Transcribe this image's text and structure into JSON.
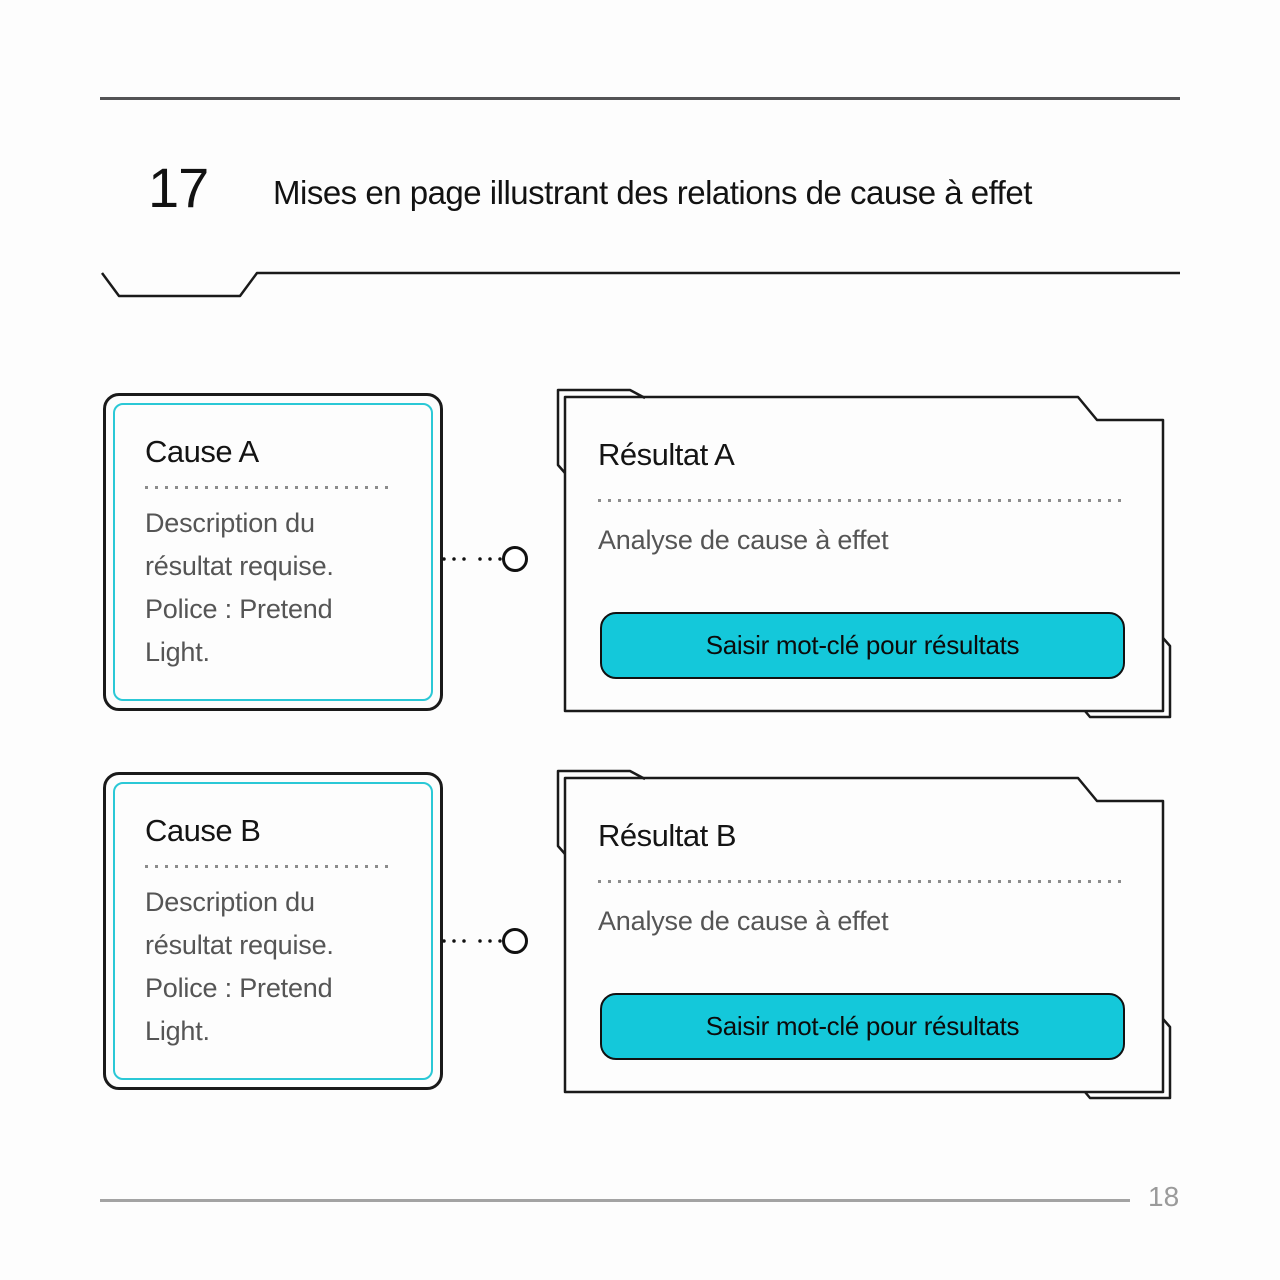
{
  "header": {
    "index": "17",
    "title": "Mises en page illustrant des relations de cause à effet"
  },
  "colors": {
    "accent_button_cyan": "#14c8da",
    "cause_border_cyan": "#2bc8d6",
    "ink": "#1a1a1a",
    "muted_text": "#555555",
    "footer_gray": "#9a9a9a"
  },
  "rows": [
    {
      "cause": {
        "title": "Cause A",
        "description": "Description du résultat requise. Police : Pretend Light."
      },
      "result": {
        "title": "Résultat A",
        "description": "Analyse de cause à effet",
        "button_label": "Saisir mot-clé pour résultats"
      }
    },
    {
      "cause": {
        "title": "Cause B",
        "description": "Description du résultat requise. Police : Pretend Light."
      },
      "result": {
        "title": "Résultat B",
        "description": "Analyse de cause à effet",
        "button_label": "Saisir mot-clé pour résultats"
      }
    }
  ],
  "footer": {
    "page_number": "18"
  }
}
